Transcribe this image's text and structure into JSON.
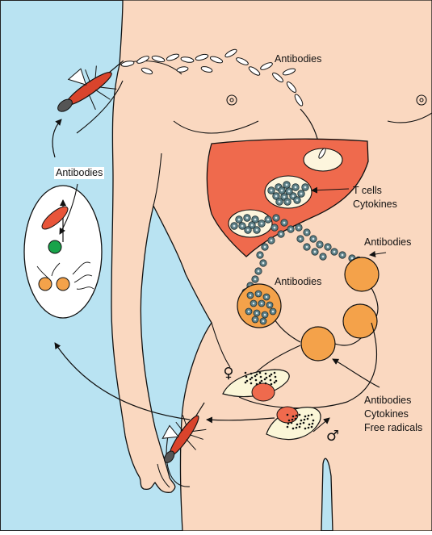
{
  "labels": {
    "antibodies_top": "Antibodies",
    "antibodies_left": "Antibodies",
    "tcells": "T cells",
    "cytokines": "Cytokines",
    "antibodies_right": "Antibodies",
    "antibodies_mid": "Antibodies",
    "bottom_line1": "Antibodies",
    "bottom_line2": "Cytokines",
    "bottom_line3": "Free radicals"
  },
  "symbols": {
    "female": "♀",
    "male": "♂"
  },
  "colors": {
    "background_skin": "#b9e3f2",
    "body_skin": "#fad8c0",
    "liver": "#ef6a4d",
    "red_blood_cell": "#f4a24a",
    "parasite": "#e8553a",
    "mosquito_body": "#d9442c",
    "cell_dot": "#5d7f86",
    "gametocyte": "#18a34a",
    "gamete_cell": "#fbf6d7"
  },
  "icons": {
    "mosquito": "mosquito-icon",
    "sporozoite": "sporozoite-icon",
    "liver": "liver-icon",
    "merozoite": "merozoite-icon",
    "erythrocyte": "red-blood-cell-icon",
    "gametocyte": "gametocyte-icon"
  }
}
